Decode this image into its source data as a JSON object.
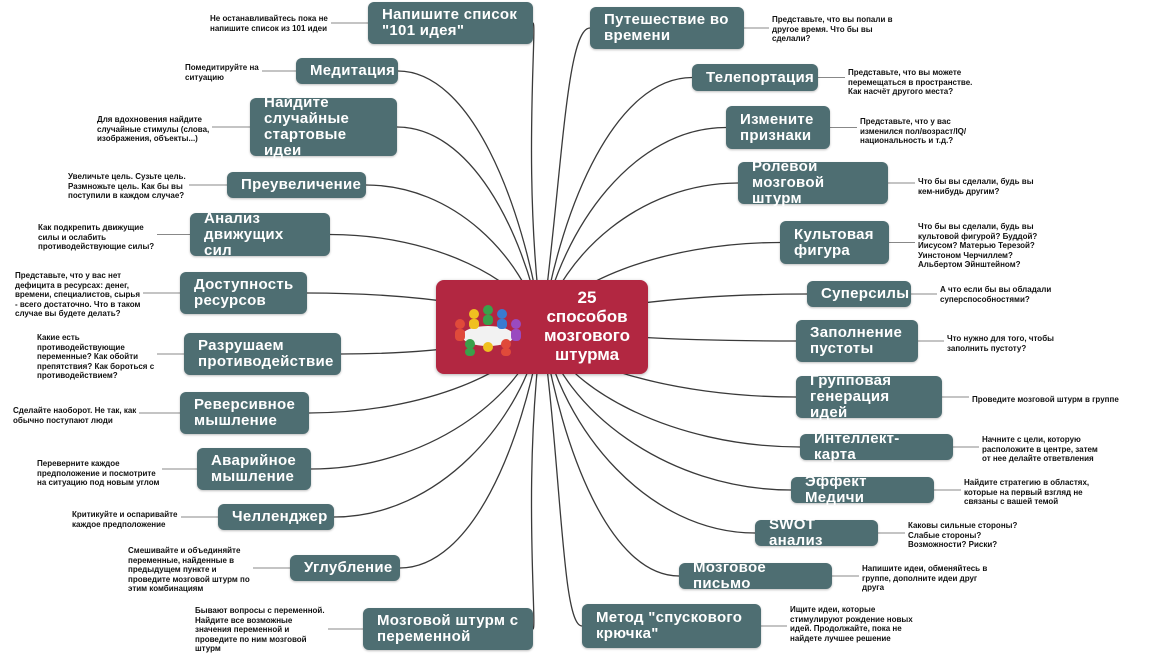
{
  "center": {
    "title": "25\nспособов\nмозгового\nштурма",
    "icon": "people-around-table-icon"
  },
  "colors": {
    "node": "#4e6e72",
    "center": "#b22741",
    "line": "#3a3a3a"
  },
  "left": [
    {
      "label": "Напишите список \"101 идея\"",
      "note": "Не останавливайтесь пока не\nнапишите список из 101 идеи"
    },
    {
      "label": "Медитация",
      "note": "Помедитируйте на\nситуацию"
    },
    {
      "label": "Найдите случайные стартовые идеи",
      "note": "Для вдохновения найдите\nслучайные стимулы (слова,\nизображения, объекты...)"
    },
    {
      "label": "Преувеличение",
      "note": "Увеличьте цель. Сузьте цель.\nРазмножьте цель. Как бы вы\nпоступили в каждом случае?"
    },
    {
      "label": "Анализ движущих сил",
      "note": "Как подкрепить движущие\nсилы и ослабить\nпротиводействующие силы?"
    },
    {
      "label": "Доступность ресурсов",
      "note": "Представьте, что у вас нет\nдефицита в ресурсах: денег,\nвремени, специалистов, сырья\n- всего достаточно. Что в таком\nслучае вы будете делать?"
    },
    {
      "label": "Разрушаем противодействие",
      "note": "Какие есть\nпротиводействующие\nпеременные?  Как обойти\nпрепятствия? Как бороться с\nпротиводействием?"
    },
    {
      "label": "Реверсивное мышление",
      "note": "Сделайте наоборот. Не так, как\nобычно поступают люди"
    },
    {
      "label": "Аварийное мышление",
      "note": "Переверните каждое\nпредположение и посмотрите\nна ситуацию под новым углом"
    },
    {
      "label": "Челленджер",
      "note": "Критикуйте и оспаривайте\nкаждое предположение"
    },
    {
      "label": "Углубление",
      "note": "Смешивайте и объединяйте\nпеременные, найденные в\nпредыдущем пункте и\nпроведите мозговой штурм по\nэтим комбинациям"
    },
    {
      "label": "Мозговой штурм с переменной",
      "note": "Бывают вопросы с переменной.\nНайдите все возможные\nзначения переменной и\nпроведите по ним мозговой\nштурм"
    }
  ],
  "right": [
    {
      "label": "Путешествие во времени",
      "note": "Представьте, что вы попали в\nдругое время. Что бы вы\nсделали?"
    },
    {
      "label": "Телепортация",
      "note": "Представьте, что вы можете\nперемещаться в пространстве.\nКак насчёт другого места?"
    },
    {
      "label": "Измените признаки",
      "note": "Представьте, что у вас\nизменился пол/возраст/IQ/\nнациональность и т.д.?"
    },
    {
      "label": "Ролевой мозговой штурм",
      "note": "Что бы вы сделали, будь вы\nкем-нибудь другим?"
    },
    {
      "label": "Культовая фигура",
      "note": "Что бы вы сделали, будь вы\nкультовой фигурой? Буддой?\nИисусом? Матерью Терезой?\nУинстоном Черчиллем?\nАльбертом Эйнштейном?"
    },
    {
      "label": "Суперсилы",
      "note": "А что если бы вы обладали\nсуперспособностями?"
    },
    {
      "label": "Заполнение пустоты",
      "note": "Что нужно для того, чтобы\nзаполнить пустоту?"
    },
    {
      "label": "Групповая генерация идей",
      "note": "Проведите мозговой штурм в группе"
    },
    {
      "label": "Интеллект-карта",
      "note": "Начните с цели, которую\nрасположите в  центре, затем\nот нее делайте ответвления"
    },
    {
      "label": "Эффект Медичи",
      "note": "Найдите стратегию в областях,\nкоторые на первый взгляд не\nсвязаны с вашей темой"
    },
    {
      "label": "SWOT анализ",
      "note": "Каковы сильные стороны?\nСлабые стороны?\nВозможности? Риски?"
    },
    {
      "label": "Мозговое письмо",
      "note": "Напишите идеи, обменяйтесь в\nгруппе, дополните идеи друг\nдруга"
    },
    {
      "label": "Метод  \"спускового крючка\"",
      "note": "Ищите идеи, которые\nстимулируют рождение новых\nидей. Продолжайте, пока не\nнайдете лучшее решение"
    }
  ]
}
